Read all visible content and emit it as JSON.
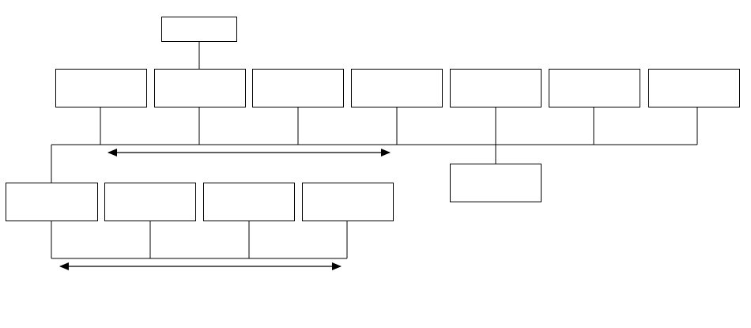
{
  "diagram": {
    "stroke_color": "#000000",
    "fill_color": "#ffffff",
    "nodes": [
      {
        "id": "top",
        "label": ""
      },
      {
        "id": "row1-1",
        "label": ""
      },
      {
        "id": "row1-2",
        "label": ""
      },
      {
        "id": "row1-3",
        "label": ""
      },
      {
        "id": "row1-4",
        "label": ""
      },
      {
        "id": "row1-5",
        "label": ""
      },
      {
        "id": "row1-6",
        "label": ""
      },
      {
        "id": "row1-7",
        "label": ""
      },
      {
        "id": "row2-1",
        "label": ""
      },
      {
        "id": "row2-2",
        "label": ""
      },
      {
        "id": "row2-3",
        "label": ""
      },
      {
        "id": "row2-4",
        "label": ""
      },
      {
        "id": "mid-right",
        "label": ""
      }
    ],
    "arrows": [
      {
        "id": "arrow-upper",
        "style": "double-headed"
      },
      {
        "id": "arrow-lower",
        "style": "double-headed"
      }
    ]
  }
}
